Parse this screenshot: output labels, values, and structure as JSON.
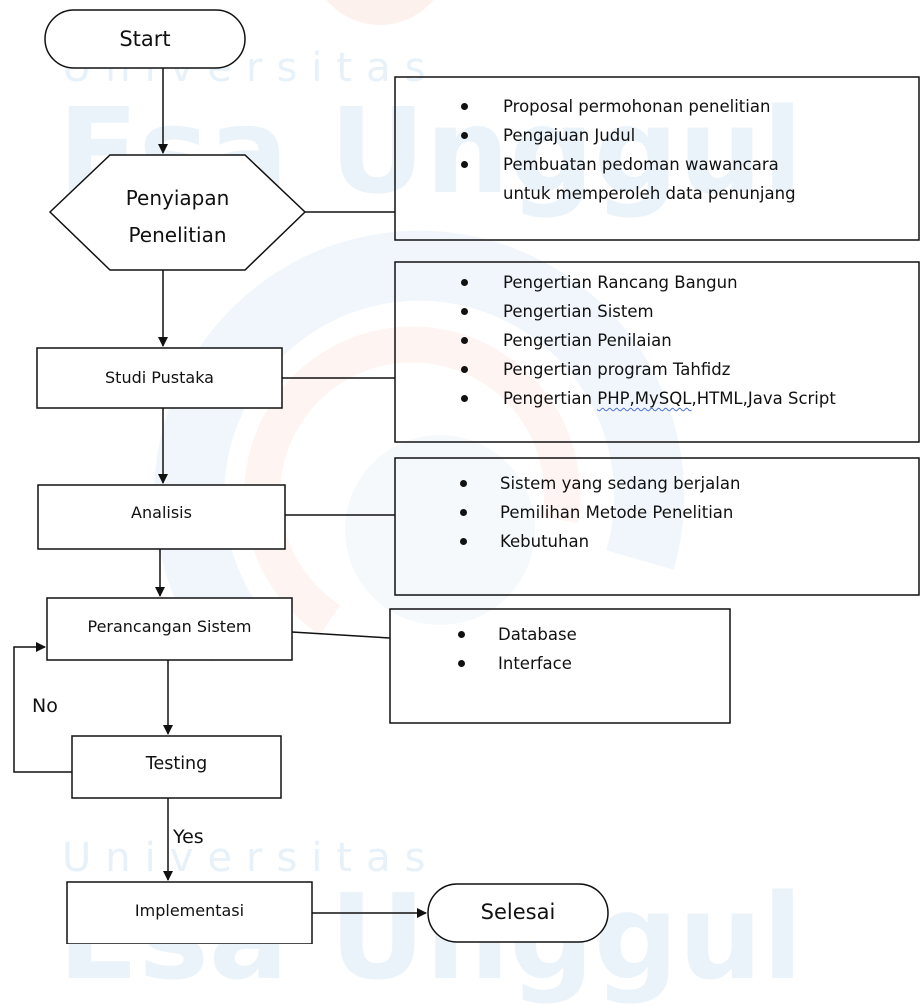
{
  "watermark": {
    "institution_word": "Universitas",
    "institution_name": "Esa Unggul",
    "logo": "esa-unggul-circular-logo"
  },
  "nodes": {
    "start": "Start",
    "penyiapan_line1": "Penyiapan",
    "penyiapan_line2": "Penelitian",
    "studi_pustaka": "Studi Pustaka",
    "analisis": "Analisis",
    "perancangan": "Perancangan Sistem",
    "testing": "Testing",
    "implementasi": "Implementasi",
    "selesai": "Selesai"
  },
  "edge_labels": {
    "no": "No",
    "yes": "Yes"
  },
  "panels": {
    "penyiapan": {
      "items": [
        "Proposal permohonan penelitian",
        "Pengajuan Judul",
        "Pembuatan pedoman wawancara"
      ],
      "continuation": "untuk memperoleh data penunjang"
    },
    "studi_pustaka": {
      "items": [
        "Pengertian Rancang Bangun",
        "Pengertian Sistem",
        "Pengertian Penilaian",
        "Pengertian program Tahfidz"
      ],
      "last_prefix": "Pengertian ",
      "last_underlined": "PHP,MySQL",
      "last_suffix": ",HTML,Java Script"
    },
    "analisis": {
      "items": [
        "Sistem yang sedang berjalan",
        "Pemilihan Metode Penelitian",
        "Kebutuhan"
      ]
    },
    "perancangan": {
      "items": [
        "Database",
        "Interface"
      ]
    }
  }
}
